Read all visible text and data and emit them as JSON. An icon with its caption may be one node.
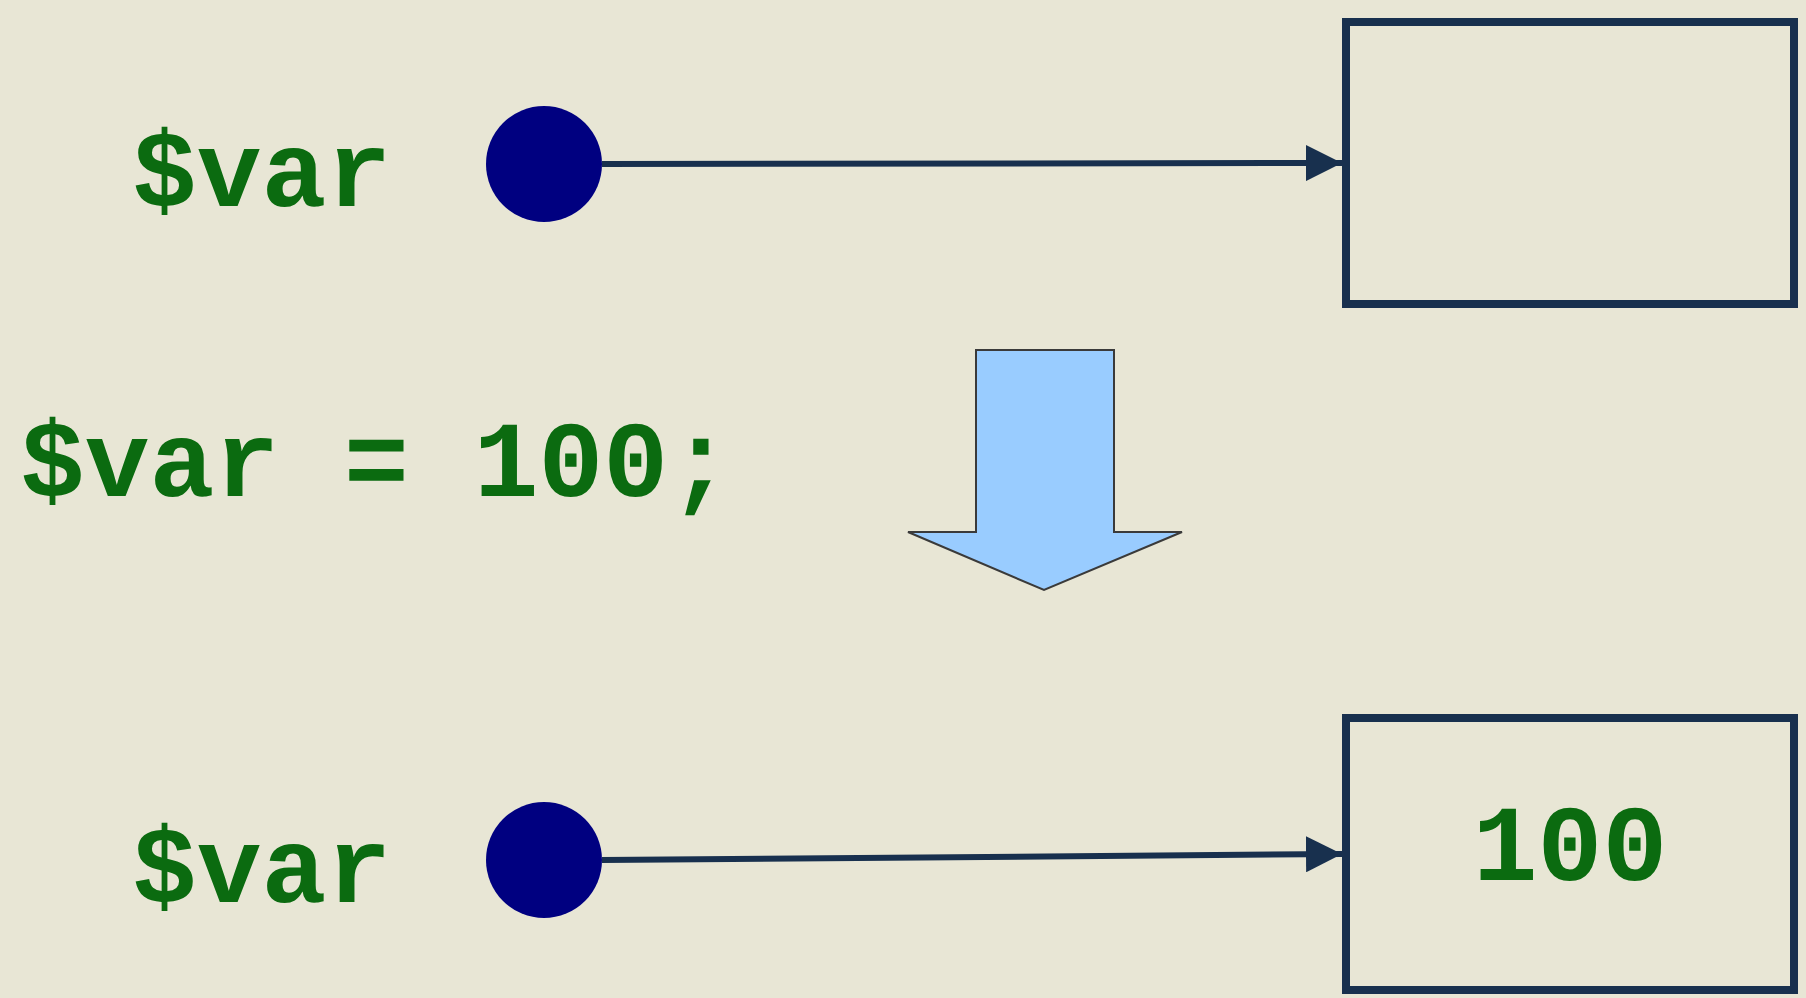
{
  "diagram": {
    "nodes": [
      {
        "text": [],
        "shape": "circle",
        "beside": [
          "$var"
        ]
      },
      {
        "text": [],
        "shape": "box"
      },
      {
        "text": [],
        "shape": "circle",
        "beside": [
          "$var"
        ]
      },
      {
        "text": [
          "100"
        ]
      }
    ],
    "edges": [
      {
        "from": 0,
        "to": 1,
        "arrow": "to"
      },
      {
        "from": 2,
        "to": 3,
        "arrow": "to"
      }
    ],
    "labels": [
      "$var = 100;"
    ]
  }
}
